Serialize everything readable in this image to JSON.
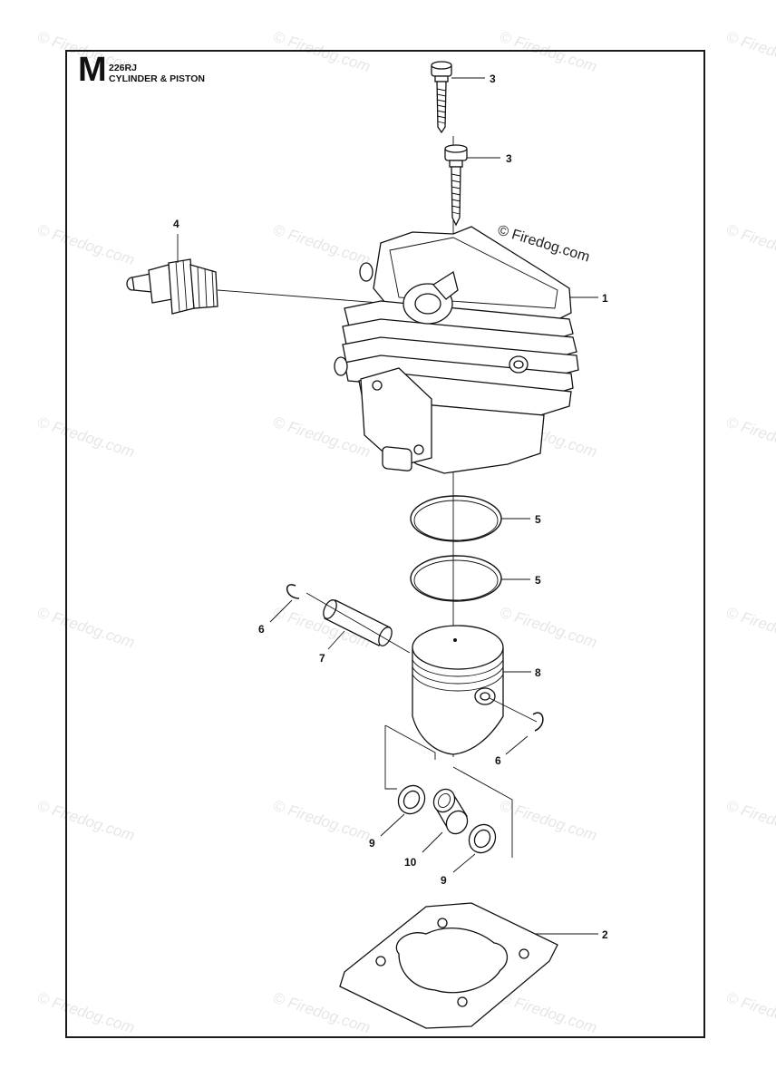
{
  "header": {
    "section_letter": "M",
    "model": "226RJ",
    "title": "CYLINDER & PISTON"
  },
  "watermark": {
    "main": "© Firedog.com",
    "repeat": "© Firedog.com"
  },
  "callouts": {
    "cylinder": "1",
    "gasket": "2",
    "screw_a": "3",
    "screw_b": "3",
    "spark_plug": "4",
    "ring_a": "5",
    "ring_b": "5",
    "clip_left": "6",
    "clip_right": "6",
    "piston_pin": "7",
    "piston": "8",
    "washer_left": "9",
    "washer_right": "9",
    "bearing": "10"
  },
  "colors": {
    "ink": "#111111",
    "paper": "#ffffff"
  }
}
